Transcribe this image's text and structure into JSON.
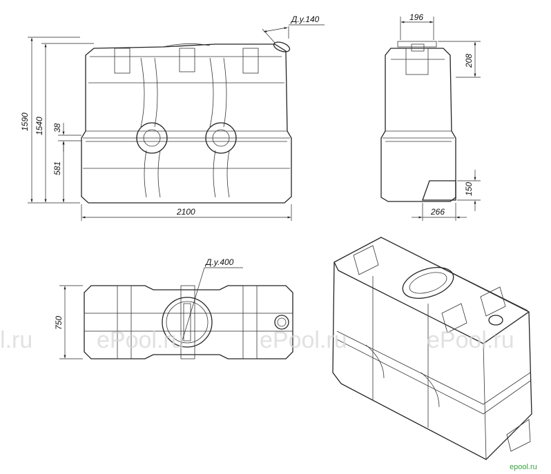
{
  "dimensions": {
    "front": {
      "height_total": "1590",
      "height_body": "1540",
      "belt": "38",
      "lower": "581",
      "length": "2100",
      "nozzle": "Д.у.140"
    },
    "side": {
      "neck_width": "196",
      "neck_height": "208",
      "foot_height": "150",
      "foot_width": "266"
    },
    "top": {
      "width": "750",
      "hatch": "Д.у.400"
    }
  },
  "watermarks": [
    "l.ru",
    "ePool.ru",
    "ePool.ru",
    "ePool.ru"
  ],
  "brand": "epool.ru",
  "colors": {
    "line": "#222222",
    "watermark": "#d8d8d8",
    "brand": "#3aa040"
  }
}
